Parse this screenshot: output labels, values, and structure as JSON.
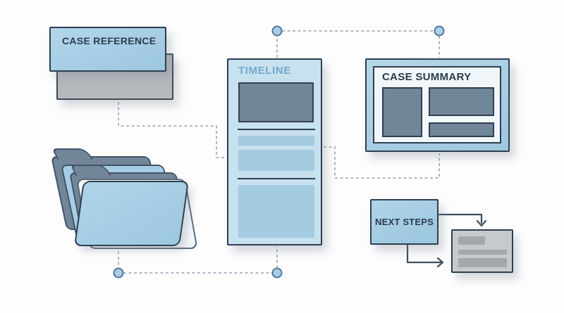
{
  "nodes": {
    "case_reference": {
      "label": "CASE REFERENCE"
    },
    "timeline": {
      "label": "TIMELINE"
    },
    "case_summary": {
      "label": "CASE SUMMARY"
    },
    "next_steps": {
      "label": "NEXT STEPS"
    }
  },
  "colors": {
    "card_blue": "#a6cde3",
    "panel_blue": "#c8e1ee",
    "bar_blue": "#a4cce1",
    "slate": "#72869a",
    "outline_navy": "#2e3f50",
    "gray_card": "#b6b9bc",
    "doc_gray": "#c7cacd",
    "doc_bar_gray": "#a3a8ae",
    "inner_white": "#f1f6fa",
    "dash_gray": "#93a5b3",
    "node_fill": "#a9cde5",
    "node_stroke": "#51779c",
    "arrow": "#3d4f60",
    "text_navy": "#2b3b4c",
    "timeline_text": "#73a9cb"
  }
}
